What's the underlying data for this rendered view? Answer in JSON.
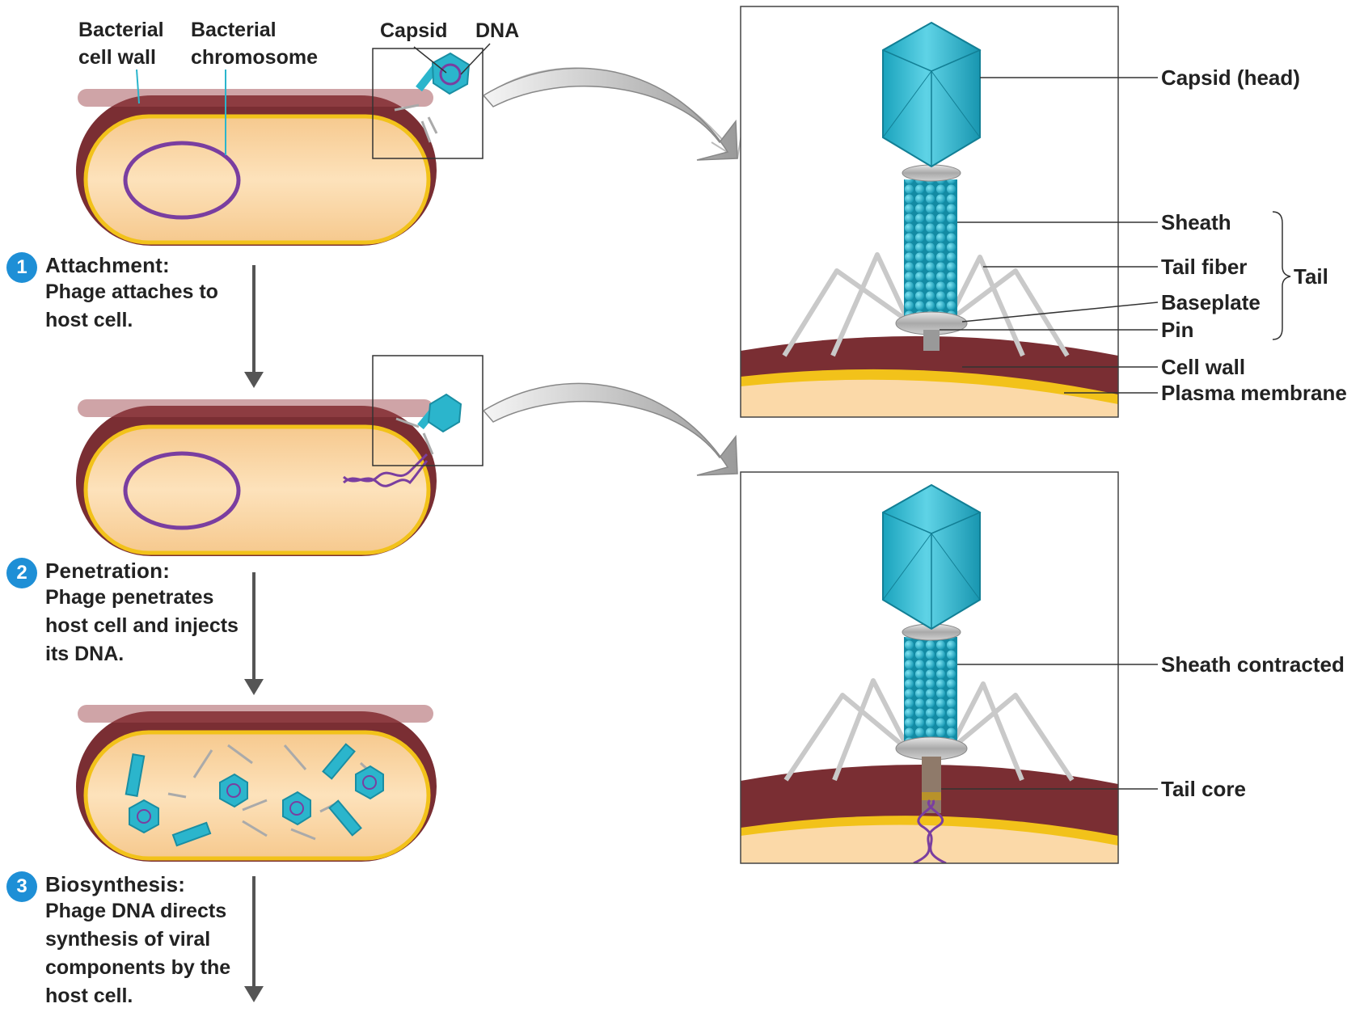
{
  "top_labels": {
    "cell_wall": "Bacterial cell wall",
    "chromosome": "Bacterial chromosome",
    "capsid": "Capsid",
    "dna": "DNA"
  },
  "steps": [
    {
      "number": "1",
      "title": "Attachment:",
      "description": "Phage attaches to host cell."
    },
    {
      "number": "2",
      "title": "Penetration:",
      "description": "Phage penetrates host cell and injects its DNA."
    },
    {
      "number": "3",
      "title": "Biosynthesis:",
      "description": "Phage DNA directs synthesis of viral components by the host cell."
    }
  ],
  "detail_labels_top": {
    "capsid_head": "Capsid (head)",
    "sheath": "Sheath",
    "tail_fiber": "Tail fiber",
    "baseplate": "Baseplate",
    "pin": "Pin",
    "tail": "Tail",
    "cell_wall": "Cell wall",
    "plasma_membrane": "Plasma membrane"
  },
  "detail_labels_bottom": {
    "sheath_contracted": "Sheath contracted",
    "tail_core": "Tail core"
  },
  "colors": {
    "cell_wall": "#7a2e33",
    "cytoplasm": "#fbd9a8",
    "membrane": "#f2c21a",
    "chromosome": "#7a3ea0",
    "phage": "#2bb5cc",
    "badge": "#1e8fd6",
    "arrow": "#555555"
  }
}
